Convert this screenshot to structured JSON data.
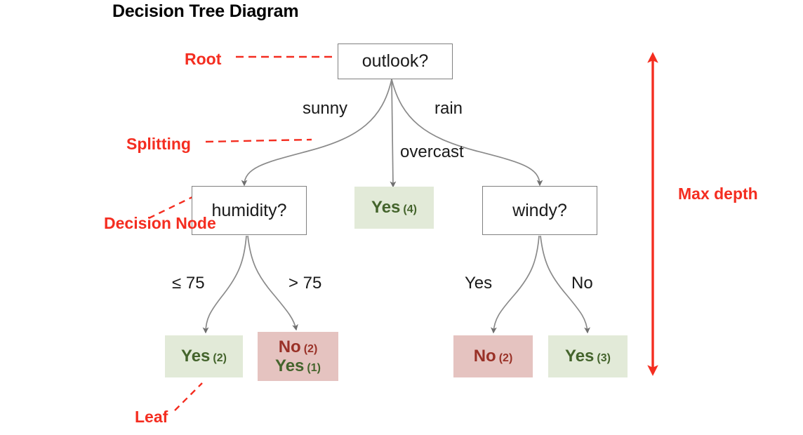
{
  "title": "Decision Tree Diagram",
  "colors": {
    "annotation_red": "#f42d20",
    "node_border_gray": "#808080",
    "edge_gray": "#8a8a8a",
    "leaf_green_bg": "#e2ead8",
    "leaf_red_bg": "#e5c3c0",
    "yes_text": "#44642c",
    "no_text": "#993127",
    "title_text": "#000000"
  },
  "tree": {
    "root": {
      "label": "outlook?",
      "type": "decision"
    },
    "decision_nodes": [
      {
        "label": "humidity?",
        "type": "decision"
      },
      {
        "label": "windy?",
        "type": "decision"
      }
    ],
    "leaves": [
      {
        "lines": [
          {
            "label": "Yes",
            "count": "(4)",
            "cls": "yes"
          }
        ],
        "fill": "green"
      },
      {
        "lines": [
          {
            "label": "Yes",
            "count": "(2)",
            "cls": "yes"
          }
        ],
        "fill": "green"
      },
      {
        "lines": [
          {
            "label": "No",
            "count": "(2)",
            "cls": "no"
          },
          {
            "label": "Yes",
            "count": "(1)",
            "cls": "yes"
          }
        ],
        "fill": "red"
      },
      {
        "lines": [
          {
            "label": "No",
            "count": "(2)",
            "cls": "no"
          }
        ],
        "fill": "red"
      },
      {
        "lines": [
          {
            "label": "Yes",
            "count": "(3)",
            "cls": "yes"
          }
        ],
        "fill": "green"
      }
    ],
    "edge_labels": {
      "root_left": "sunny",
      "root_middle": "overcast",
      "root_right": "rain",
      "humidity_left": "≤ 75",
      "humidity_right": "> 75",
      "windy_left": "Yes",
      "windy_right": "No"
    }
  },
  "annotations": {
    "root": "Root",
    "splitting": "Splitting",
    "decision_node": "Decision Node",
    "leaf": "Leaf",
    "max_depth": "Max depth"
  }
}
